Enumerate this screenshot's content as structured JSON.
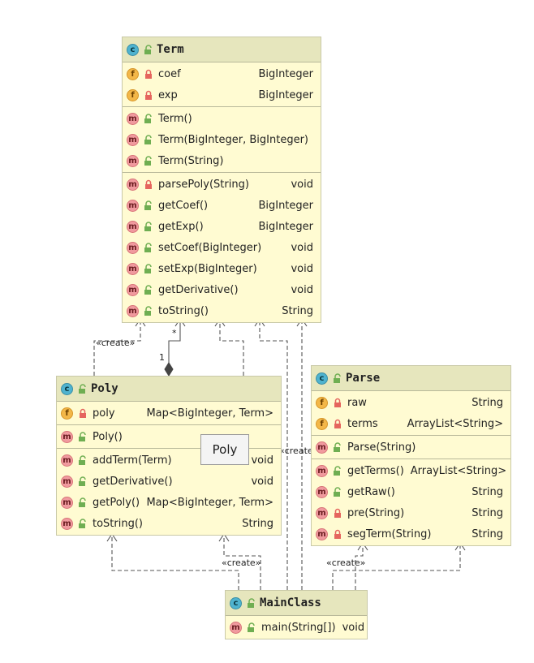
{
  "colors": {
    "class_body": "#fffbd2",
    "class_header": "#e6e6bd",
    "connector": "#555555",
    "class_icon": "#4fb3cf",
    "field_icon": "#f3b748",
    "method_icon": "#f09a9e",
    "public_lock": "#6fae52",
    "private_lock": "#e5655e"
  },
  "classes": {
    "term": {
      "name": "Term",
      "fields": [
        {
          "name": "coef",
          "type": "BigInteger",
          "kind": "f",
          "visibility": "private"
        },
        {
          "name": "exp",
          "type": "BigInteger",
          "kind": "f",
          "visibility": "private"
        }
      ],
      "constructors": [
        {
          "name": "Term()",
          "type": "",
          "kind": "m",
          "visibility": "public"
        },
        {
          "name": "Term(BigInteger, BigInteger)",
          "type": "",
          "kind": "m",
          "visibility": "public"
        },
        {
          "name": "Term(String)",
          "type": "",
          "kind": "m",
          "visibility": "public"
        }
      ],
      "methods": [
        {
          "name": "parsePoly(String)",
          "type": "void",
          "kind": "m",
          "visibility": "private"
        },
        {
          "name": "getCoef()",
          "type": "BigInteger",
          "kind": "m",
          "visibility": "public"
        },
        {
          "name": "getExp()",
          "type": "BigInteger",
          "kind": "m",
          "visibility": "public"
        },
        {
          "name": "setCoef(BigInteger)",
          "type": "void",
          "kind": "m",
          "visibility": "public"
        },
        {
          "name": "setExp(BigInteger)",
          "type": "void",
          "kind": "m",
          "visibility": "public"
        },
        {
          "name": "getDerivative()",
          "type": "void",
          "kind": "m",
          "visibility": "public"
        },
        {
          "name": "toString()",
          "type": "String",
          "kind": "m",
          "visibility": "public"
        }
      ]
    },
    "poly": {
      "name": "Poly",
      "fields": [
        {
          "name": "poly",
          "type": "Map<BigInteger, Term>",
          "kind": "f",
          "visibility": "private"
        }
      ],
      "constructors": [
        {
          "name": "Poly()",
          "type": "",
          "kind": "m",
          "visibility": "public"
        }
      ],
      "methods": [
        {
          "name": "addTerm(Term)",
          "type": "void",
          "kind": "m",
          "visibility": "public"
        },
        {
          "name": "getDerivative()",
          "type": "void",
          "kind": "m",
          "visibility": "public"
        },
        {
          "name": "getPoly()",
          "type": "Map<BigInteger, Term>",
          "kind": "m",
          "visibility": "public"
        },
        {
          "name": "toString()",
          "type": "String",
          "kind": "m",
          "visibility": "public"
        }
      ]
    },
    "parse": {
      "name": "Parse",
      "fields": [
        {
          "name": "raw",
          "type": "String",
          "kind": "f",
          "visibility": "private"
        },
        {
          "name": "terms",
          "type": "ArrayList<String>",
          "kind": "f",
          "visibility": "private"
        }
      ],
      "constructors": [
        {
          "name": "Parse(String)",
          "type": "",
          "kind": "m",
          "visibility": "public"
        }
      ],
      "methods": [
        {
          "name": "getTerms()",
          "type": "ArrayList<String>",
          "kind": "m",
          "visibility": "public"
        },
        {
          "name": "getRaw()",
          "type": "String",
          "kind": "m",
          "visibility": "public"
        },
        {
          "name": "pre(String)",
          "type": "String",
          "kind": "m",
          "visibility": "private"
        },
        {
          "name": "segTerm(String)",
          "type": "String",
          "kind": "m",
          "visibility": "private"
        }
      ]
    },
    "main": {
      "name": "MainClass",
      "methods": [
        {
          "name": "main(String[])",
          "type": "void",
          "kind": "m",
          "visibility": "public"
        }
      ]
    }
  },
  "tooltip": {
    "text": "Poly"
  },
  "labels": {
    "create": "«create»",
    "multiplicity_many": "*",
    "multiplicity_one": "1"
  }
}
